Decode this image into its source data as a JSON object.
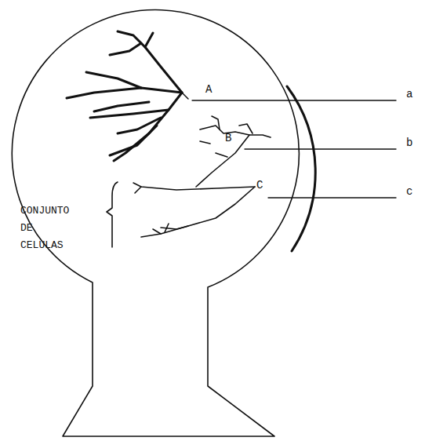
{
  "diagram": {
    "labels": [
      "A",
      "a",
      "B",
      "b",
      "C",
      "c",
      "CONJUNTO DE CELULAS"
    ]
  }
}
